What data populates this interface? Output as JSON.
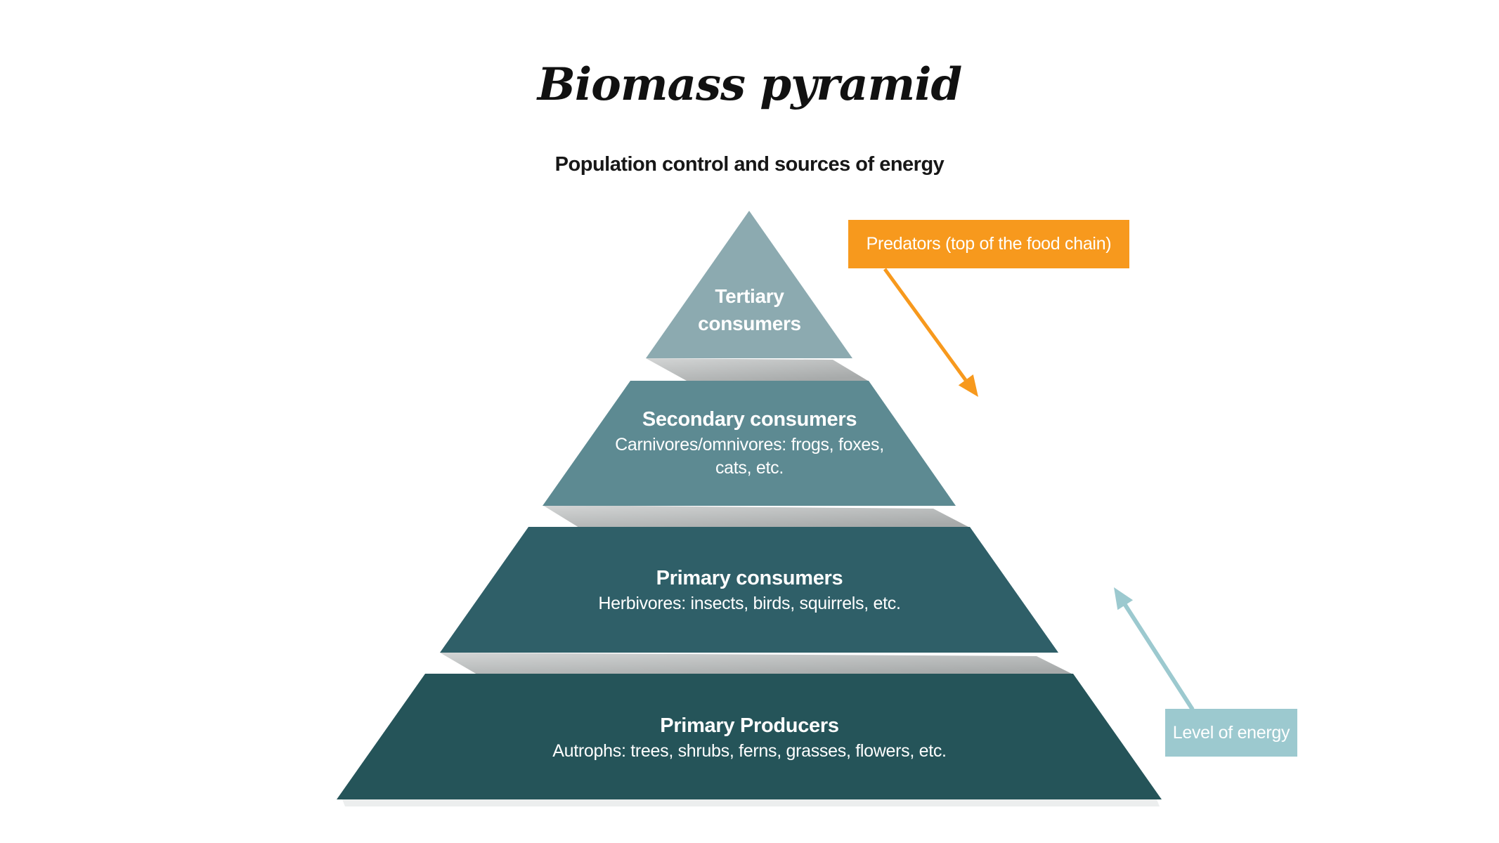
{
  "header": {
    "title": "Biomass pyramid",
    "subtitle": "Population control and sources of energy"
  },
  "pyramid": {
    "shadow_color_light": "#d3d5d5",
    "shadow_color_dark": "#a7aaaa",
    "base_shadow_color": "#eceeee",
    "levels": [
      {
        "title": "Tertiary consumers",
        "subtitle": "",
        "color": "#8caab0"
      },
      {
        "title": "Secondary consumers",
        "subtitle": "Carnivores/omnivores: frogs, foxes, cats, etc.",
        "color": "#5d8a92"
      },
      {
        "title": "Primary consumers",
        "subtitle": "Herbivores: insects, birds, squirrels, etc.",
        "color": "#2f5f68"
      },
      {
        "title": "Primary Producers",
        "subtitle": "Autrophs: trees, shrubs, ferns, grasses, flowers, etc.",
        "color": "#255459"
      }
    ]
  },
  "annotations": {
    "predators": {
      "label": "Predators (top of the food chain)",
      "color": "#f7991d",
      "text_color": "#ffffff"
    },
    "energy": {
      "label": "Level of energy",
      "color": "#9cc9cf",
      "text_color": "#ffffff"
    }
  }
}
